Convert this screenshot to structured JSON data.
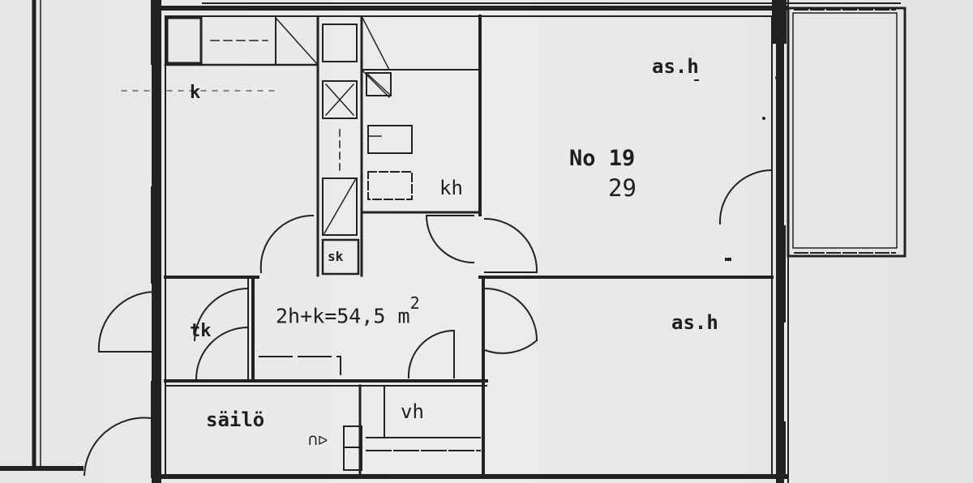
{
  "plan": {
    "apartment_number": "No 19",
    "apartment_area": "29",
    "summary_label": "2h+k=54,5 m",
    "summary_superscript": "2",
    "rooms": {
      "bedroom_top": "as.h",
      "bedroom_bottom": "as.h",
      "kitchen": "k",
      "bathroom": "kh",
      "sauna": "sk",
      "closet": "tk",
      "storage": "säilö",
      "wardrobe": "vh"
    },
    "symbols": {
      "outlet_left": "ᑎᐅ"
    },
    "colors": {
      "paper": "#e9e9e7",
      "ink": "#1e1e1e"
    }
  }
}
